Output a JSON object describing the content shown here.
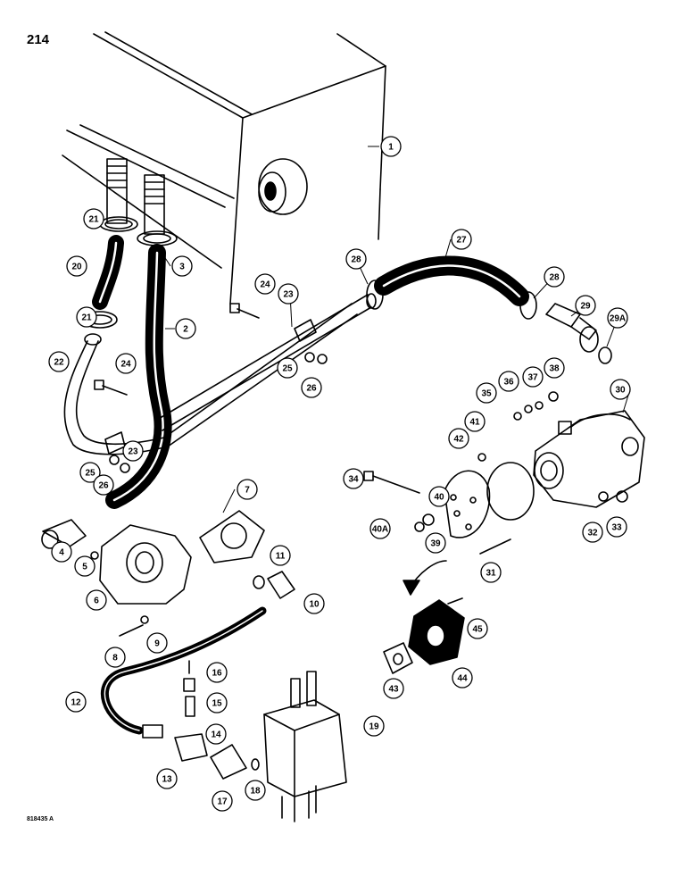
{
  "page_number": "214",
  "figure_code": "818435 A",
  "callouts": [
    "1",
    "2",
    "3",
    "4",
    "5",
    "6",
    "7",
    "8",
    "9",
    "10",
    "11",
    "12",
    "13",
    "14",
    "15",
    "16",
    "17",
    "18",
    "19",
    "20",
    "21",
    "21",
    "22",
    "23",
    "23",
    "24",
    "24",
    "25",
    "25",
    "26",
    "26",
    "27",
    "28",
    "28",
    "29",
    "29A",
    "30",
    "31",
    "32",
    "33",
    "34",
    "35",
    "36",
    "37",
    "38",
    "39",
    "40",
    "40A",
    "41",
    "42",
    "43",
    "44",
    "45"
  ]
}
